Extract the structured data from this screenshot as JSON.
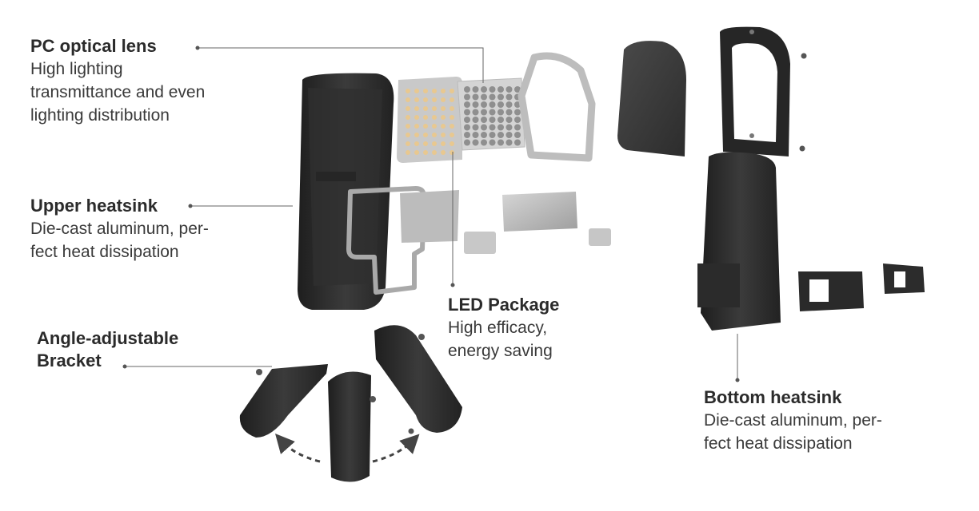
{
  "callouts": {
    "pc_lens": {
      "title": "PC optical lens",
      "desc": [
        "High lighting",
        "transmittance and even",
        "lighting distribution"
      ]
    },
    "upper_heatsink": {
      "title": "Upper heatsink",
      "desc": [
        "Die-cast aluminum, per-",
        "fect heat dissipation"
      ]
    },
    "led_package": {
      "title": "LED Package",
      "desc": [
        "High efficacy,",
        "energy saving"
      ]
    },
    "bracket": {
      "title_lines": [
        "Angle-adjustable",
        "Bracket"
      ]
    },
    "bottom_heatsink": {
      "title": "Bottom heatsink",
      "desc": [
        "Die-cast aluminum, per-",
        "fect heat dissipation"
      ]
    }
  },
  "colors": {
    "housing": "#2a2a2a",
    "housing_light": "#3a3a3a",
    "metal": "#b8b8b8",
    "led": "#e8c890",
    "leader": "#555555"
  }
}
